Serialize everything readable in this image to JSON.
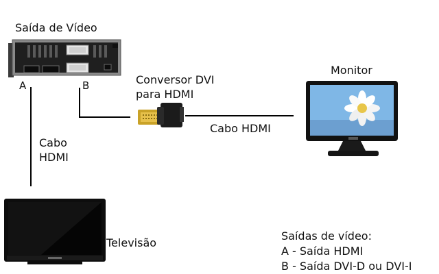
{
  "labels": {
    "video_output": "Saída de Vídeo",
    "port_a": "A",
    "port_b": "B",
    "converter_line1": "Conversor DVI",
    "converter_line2": "para HDMI",
    "monitor": "Monitor",
    "cable_hdmi_right": "Cabo HDMI",
    "cable_left_line1": "Cabo",
    "cable_left_line2": "HDMI",
    "television": "Televisão"
  },
  "legend": {
    "title": "Saídas de vídeo:",
    "items": [
      "A - Saída HDMI",
      "B - Saída DVI-D ou DVI-I"
    ]
  },
  "colors": {
    "line": "#000000",
    "bracket": "#8a8a8a",
    "card_dark": "#1a1a1a",
    "dvi_connector": "#e8e8e8",
    "connector_gold": "#c9a227",
    "adapter_body": "#1b1b1b",
    "monitor_bezel": "#111111",
    "sky": "#7fb7e6",
    "flower": "#ffffff",
    "tv_bezel": "#0d0d0d"
  }
}
